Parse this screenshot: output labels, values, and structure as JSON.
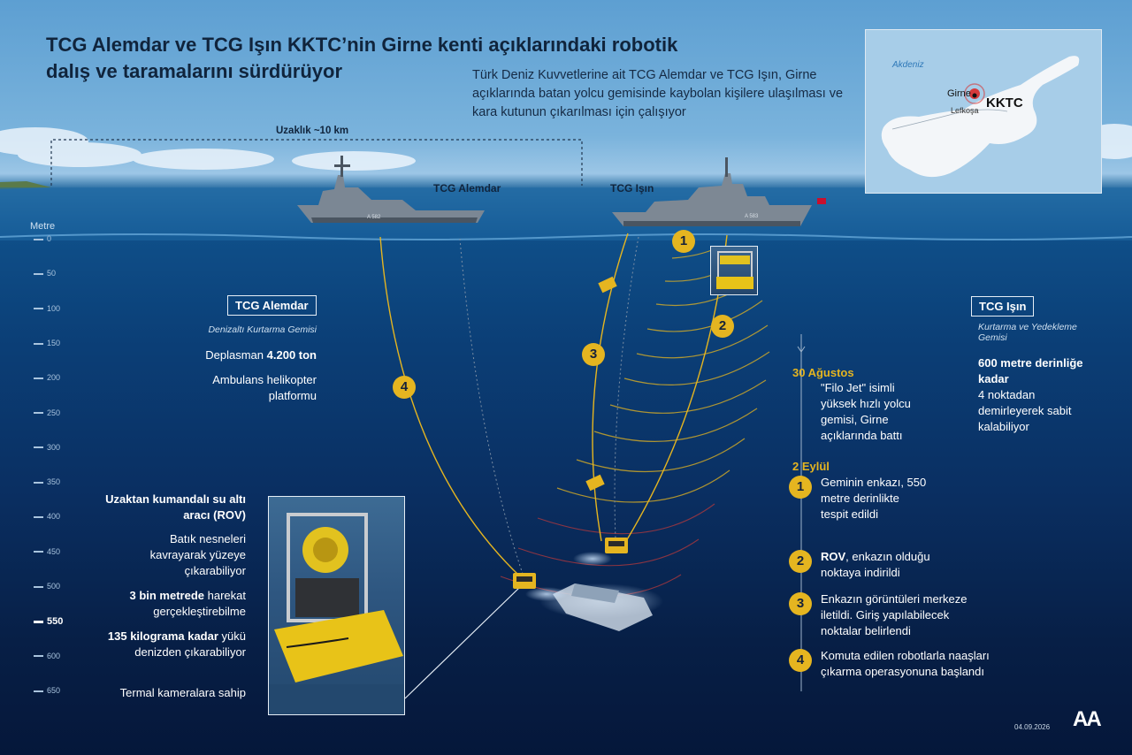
{
  "title": "TCG Alemdar ve TCG Işın KKTC’nin Girne kenti açıklarındaki robotik dalış ve taramalarını sürdürüyor",
  "subtitle": "Türk Deniz Kuvvetlerine ait TCG Alemdar ve TCG Işın, Girne açıklarında batan yolcu gemisinde kaybolan kişilere ulaşılması ve kara kutunun çıkarılması için çalışıyor",
  "map": {
    "sea_label": "Akdeniz",
    "city_label": "Girne",
    "capital_label": "Lefkoşa",
    "region_label": "KKTC"
  },
  "distance_label": "Uzaklık ~10 km",
  "ships": {
    "alemdar": "TCG Alemdar",
    "isin": "TCG Işın",
    "alemdar_hull": "A 582",
    "isin_hull": "A 583"
  },
  "depth": {
    "unit": "Metre",
    "ticks": [
      "0",
      "50",
      "100",
      "150",
      "200",
      "250",
      "300",
      "350",
      "400",
      "450",
      "500",
      "550",
      "600",
      "650"
    ],
    "highlight": "550"
  },
  "alemdar_info": {
    "name": "TCG Alemdar",
    "type": "Denizaltı Kurtarma Gemisi",
    "displacement_prefix": "Deplasman ",
    "displacement_value": "4.200 ton",
    "feature": "Ambulans helikopter platformu"
  },
  "isin_info": {
    "name": "TCG Işın",
    "type": "Kurtarma ve Yedekleme Gemisi",
    "depth_strong": "600 metre derinliğe kadar",
    "depth_rest": "4 noktadan demirleyerek sabit kalabiliyor"
  },
  "rov": {
    "title": "Uzaktan kumandalı su altı aracı (ROV)",
    "f1": "Batık nesneleri kavrayarak yüzeye çıkarabiliyor",
    "f2_strong": "3 bin metrede",
    "f2_rest": " harekat gerçekleştirebilme",
    "f3_strong": "135 kilograma kadar",
    "f3_rest": " yükü denizden çıkarabiliyor",
    "f4": "Termal kameralara sahip"
  },
  "timeline": {
    "date1": "30 Ağustos",
    "event0": "\"Filo Jet\" isimli yüksek hızlı yolcu gemisi, Girne açıklarında battı",
    "date2": "2 Eylül",
    "steps": [
      {
        "num": "1",
        "strong": "",
        "text": "Geminin enkazı, 550 metre derinlikte tespit edildi"
      },
      {
        "num": "2",
        "strong": "ROV",
        "text": ", enkazın olduğu noktaya indirildi"
      },
      {
        "num": "3",
        "strong": "",
        "text": "Enkazın görüntüleri merkeze iletildi. Giriş yapılabilecek noktalar belirlendi"
      },
      {
        "num": "4",
        "strong": "",
        "text": "Komuta edilen robotlarla naaşları çıkarma operasyonuna başlandı"
      }
    ]
  },
  "diagram_badges": [
    "1",
    "2",
    "3",
    "4"
  ],
  "date": "04.09.2026",
  "logo": "AA",
  "colors": {
    "accent": "#e5b520",
    "title": "#10243c",
    "sea_dark": "#05173a"
  }
}
